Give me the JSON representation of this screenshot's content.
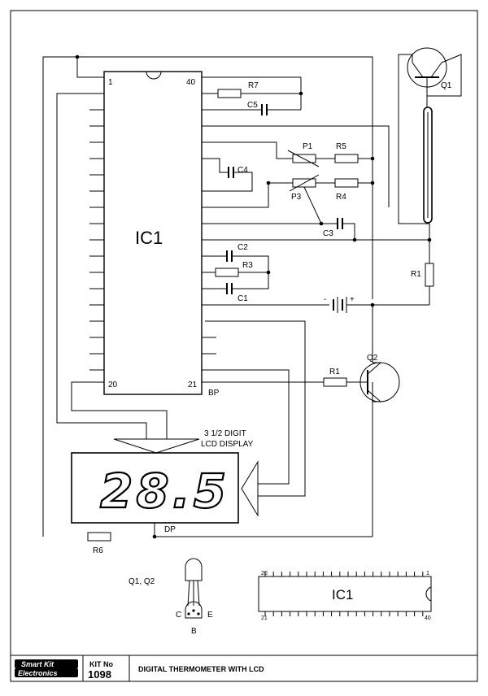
{
  "schematic": {
    "ic1_label": "IC1",
    "pin_1": "1",
    "pin_40": "40",
    "pin_20": "20",
    "pin_21": "21",
    "bp": "BP",
    "dp": "DP",
    "r7": "R7",
    "c5": "C5",
    "p1": "P1",
    "r5": "R5",
    "c4": "C4",
    "p3": "P3",
    "r4": "R4",
    "c3": "C3",
    "c2": "C2",
    "r3": "R3",
    "c1": "C1",
    "r1_top": "R1",
    "r1_bottom": "R1",
    "r6": "R6",
    "q1": "Q1",
    "q2": "Q2",
    "battery_minus": "-",
    "battery_plus": "+",
    "display_title_1": "3 1/2 DIGIT",
    "display_title_2": "LCD DISPLAY",
    "display_value": "28.5"
  },
  "legend": {
    "transistor_label": "Q1, Q2",
    "pin_c": "C",
    "pin_e": "E",
    "pin_b": "B",
    "ic_label": "IC1",
    "ic_pin_20": "20",
    "ic_pin_1": "1",
    "ic_pin_21": "21",
    "ic_pin_40": "40"
  },
  "footer": {
    "logo_line1": "Smart Kit",
    "logo_line2": "Electronics",
    "kit_label": "KIT No",
    "kit_number": "1098",
    "title": "DIGITAL THERMOMETER WITH LCD"
  }
}
